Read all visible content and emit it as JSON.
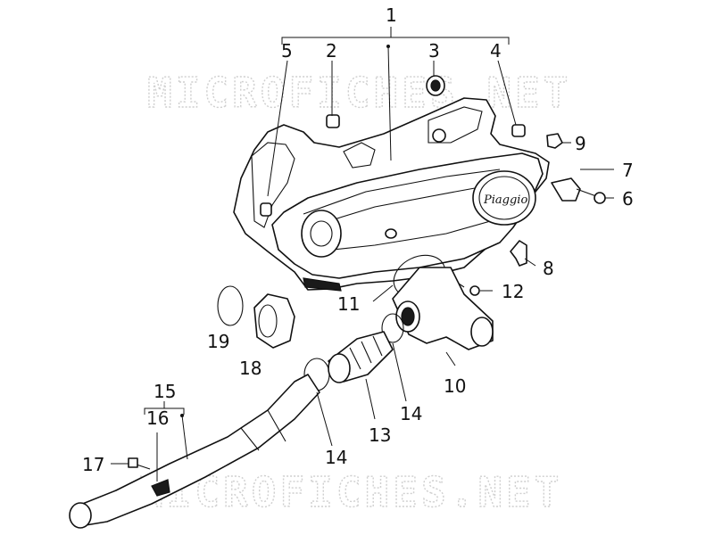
{
  "watermarks": [
    "MICROFICHES.NET",
    "MICROFICHES.NET"
  ],
  "callouts": {
    "c1": "1",
    "c2": "2",
    "c3": "3",
    "c4": "4",
    "c5": "5",
    "c6": "6",
    "c7": "7",
    "c8": "8",
    "c9": "9",
    "c10": "10",
    "c11": "11",
    "c12": "12",
    "c13": "13",
    "c14a": "14",
    "c14b": "14",
    "c15": "15",
    "c16": "16",
    "c17": "17",
    "c18": "18",
    "c19": "19"
  },
  "cover_logo": "Piaggio"
}
